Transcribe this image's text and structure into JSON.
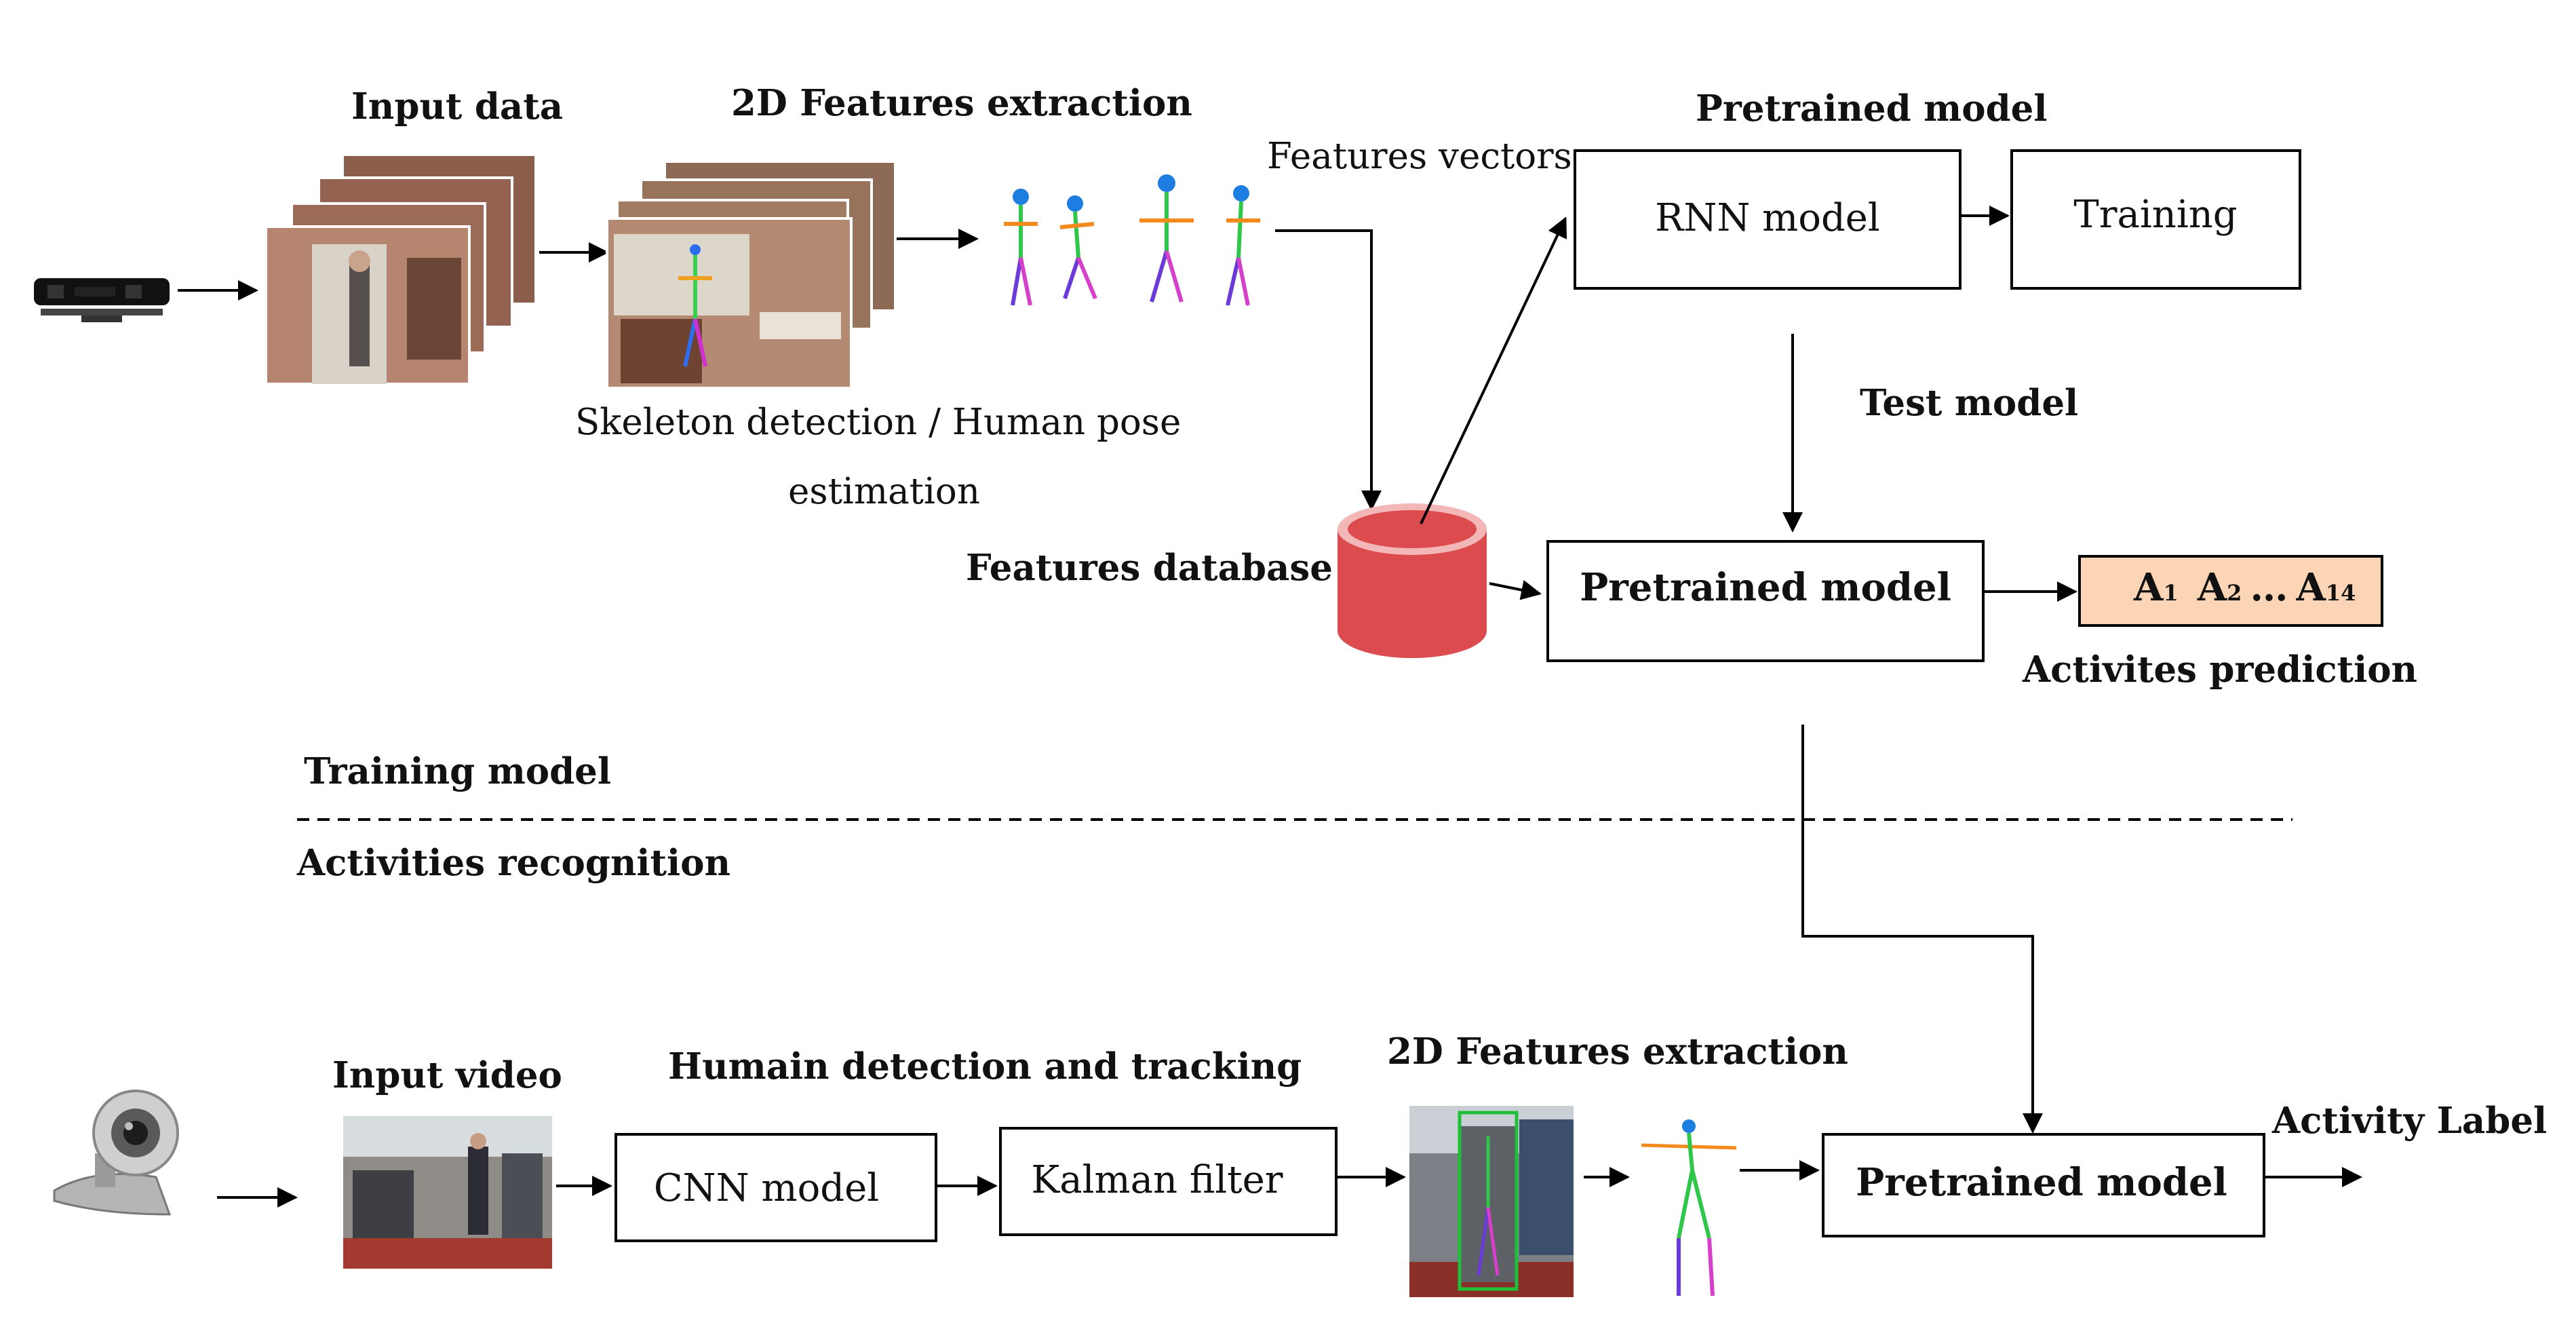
{
  "top": {
    "input_data": "Input data",
    "features_extraction": "2D Features extraction",
    "pose_caption_line1": "Skeleton detection / Human pose",
    "pose_caption_line2": "estimation",
    "features_vectors": "Features vectors",
    "features_database": "Features database",
    "pretrained_model_title": "Pretrained model",
    "rnn_model": "RNN model",
    "training": "Training",
    "test_model": "Test model",
    "pretrained_model_box": "Pretrained model",
    "prediction_output": {
      "a1": "A",
      "a1_sub": "1",
      "a2": "A",
      "a2_sub": "2",
      "ellipsis": "…",
      "a14": "A",
      "a14_sub": "14"
    },
    "activites_prediction": "Activites prediction"
  },
  "divider": {
    "training_model": "Training model",
    "activities_recognition": "Activities  recognition"
  },
  "bottom": {
    "input_video": "Input video",
    "detection_tracking": "Humain detection and tracking",
    "cnn_model": "CNN model",
    "kalman_filter": "Kalman filter",
    "features_extraction": "2D Features extraction",
    "pretrained_model": "Pretrained model",
    "activity_label": "Activity  Label"
  },
  "colors": {
    "database_fill": "#dc4b4e",
    "database_top": "#f3b7b8",
    "prediction_fill": "#fbd5b5"
  }
}
